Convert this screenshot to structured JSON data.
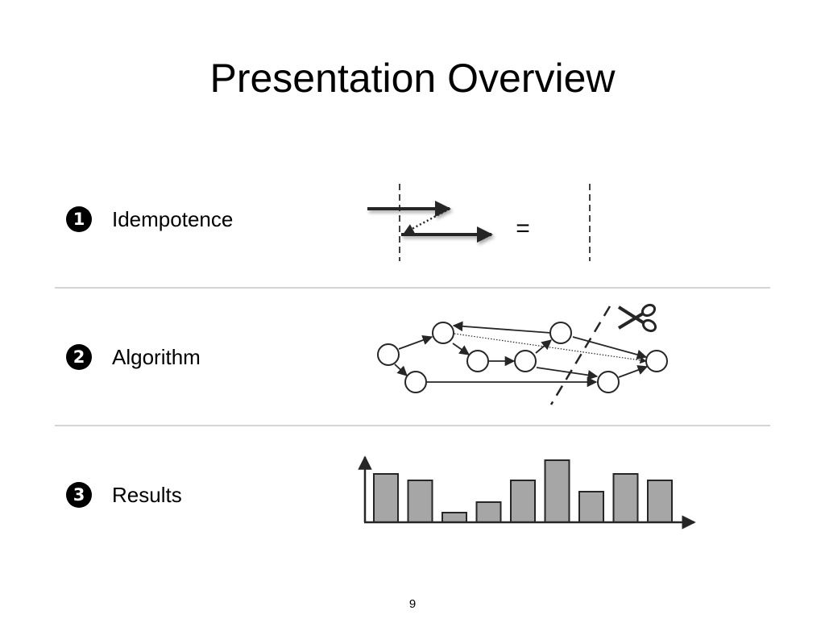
{
  "slide": {
    "title": "Presentation Overview",
    "page_number": "9"
  },
  "sections": [
    {
      "number": "1",
      "label": "Idempotence",
      "illustration": "idempotence-arrows-diagram"
    },
    {
      "number": "2",
      "label": "Algorithm",
      "illustration": "graph-cut-diagram"
    },
    {
      "number": "3",
      "label": "Results",
      "illustration": "results-bar-chart"
    }
  ],
  "idempotence": {
    "equals": "="
  },
  "icons": {
    "scissors": "scissors-icon"
  },
  "colors": {
    "text": "#000000",
    "divider": "#d4d4d4",
    "bar_fill": "#a6a6a6",
    "stroke": "#262626"
  },
  "chart_data": {
    "type": "bar",
    "title": "",
    "xlabel": "",
    "ylabel": "",
    "categories": [
      "",
      "",
      "",
      "",
      "",
      "",
      "",
      "",
      ""
    ],
    "values": [
      60,
      52,
      12,
      25,
      52,
      77,
      38,
      60,
      52
    ],
    "ylim": [
      0,
      80
    ],
    "grid": false
  }
}
